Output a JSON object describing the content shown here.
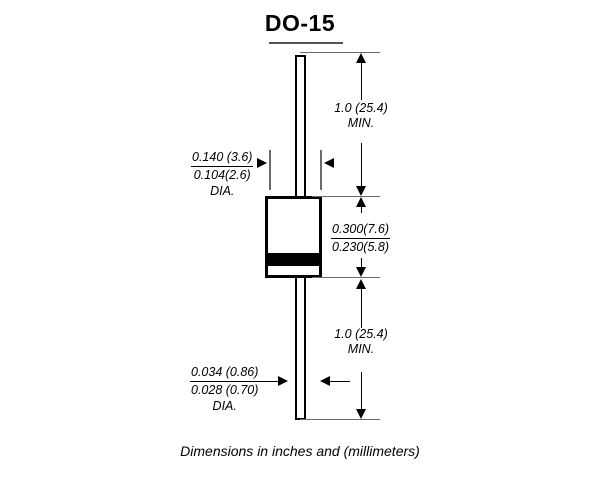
{
  "drawing": {
    "title": "DO-15",
    "caption": "Dimensions in inches and (millimeters)",
    "annotations": {
      "upper_lead_length": {
        "value": "1.0 (25.4)",
        "qualifier": "MIN."
      },
      "body_diameter": {
        "max": "0.140 (3.6)",
        "min": "0.104(2.6)",
        "suffix": "DIA."
      },
      "body_length": {
        "max": "0.300(7.6)",
        "min": "0.230(5.8)"
      },
      "lower_lead_length": {
        "value": "1.0 (25.4)",
        "qualifier": "MIN."
      },
      "lead_diameter": {
        "max": "0.034 (0.86)",
        "min": "0.028 (0.70)",
        "suffix": "DIA."
      }
    }
  }
}
